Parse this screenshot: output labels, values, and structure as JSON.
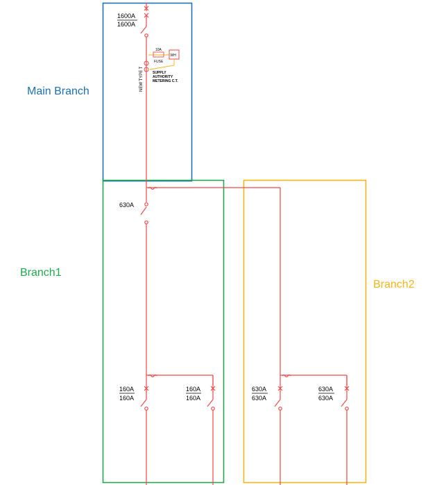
{
  "regions": {
    "main": {
      "label": "Main Branch",
      "color": "#1f6fb2"
    },
    "branch1": {
      "label": "Branch1",
      "color": "#21a84f"
    },
    "branch2": {
      "label": "Branch2",
      "color": "#f2b619"
    }
  },
  "main_breaker": {
    "top": "1600A",
    "bottom": "1600A"
  },
  "metering": {
    "fuse_rating": "10A",
    "fuse_label": "FUSE",
    "meter": "WH",
    "ct_label": "NEW TYPE T",
    "note_lines": [
      "SUPPLY",
      "AUTHORITY",
      "METERING C.T."
    ]
  },
  "branch1_breaker": {
    "rating": "630A"
  },
  "outgoing": [
    {
      "top": "160A",
      "bottom": "160A"
    },
    {
      "top": "160A",
      "bottom": "160A"
    },
    {
      "top": "630A",
      "bottom": "630A"
    },
    {
      "top": "630A",
      "bottom": "630A"
    }
  ],
  "colors": {
    "wire": "#f04848",
    "meter_wire": "#f2b619"
  }
}
